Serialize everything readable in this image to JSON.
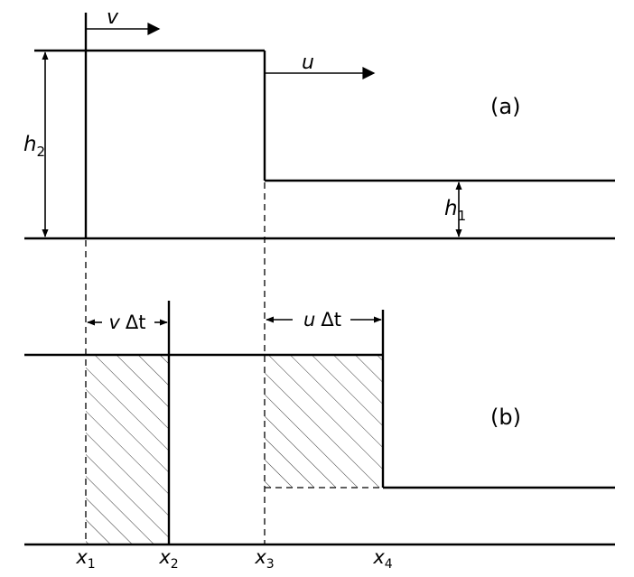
{
  "panel_a": {
    "label": "(a)",
    "velocity_v": "v",
    "velocity_u": "u",
    "height_2": {
      "symbol": "h",
      "sub": "2"
    },
    "height_1": {
      "symbol": "h",
      "sub": "1"
    }
  },
  "panel_b": {
    "label": "(b)",
    "dist_v": {
      "sym": "v",
      "delta": "Δt"
    },
    "dist_u": {
      "sym": "u",
      "delta": "Δt"
    },
    "positions": [
      {
        "sym": "x",
        "sub": "1"
      },
      {
        "sym": "x",
        "sub": "2"
      },
      {
        "sym": "x",
        "sub": "3"
      },
      {
        "sym": "x",
        "sub": "4"
      }
    ]
  }
}
